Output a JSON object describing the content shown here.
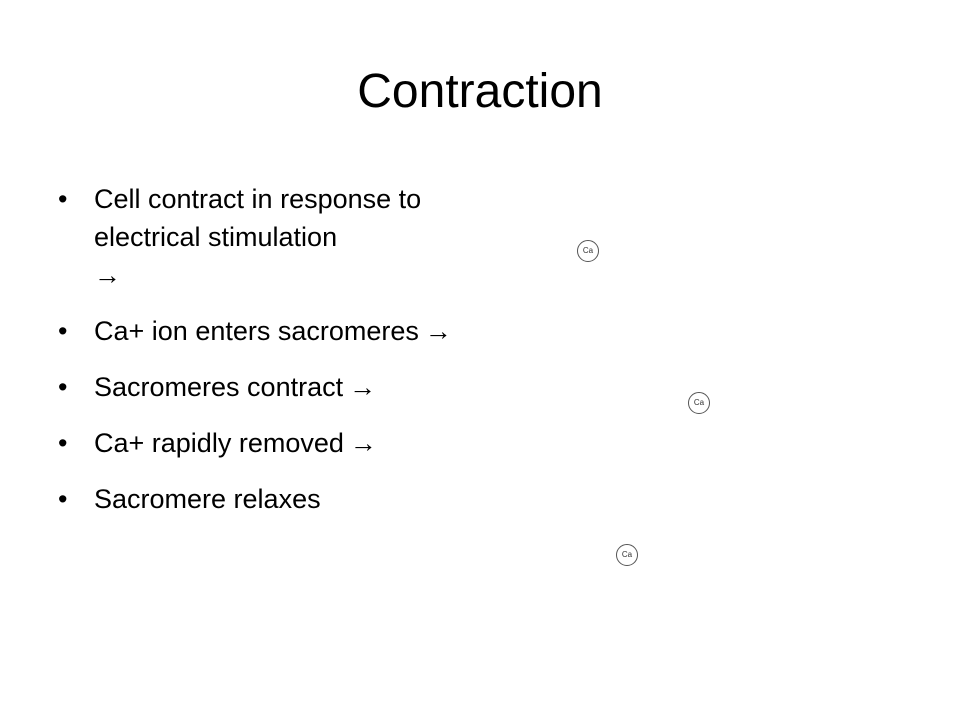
{
  "slide": {
    "title": "Contraction",
    "bullets": [
      {
        "text": "Cell contract in response to electrical stimulation",
        "arrow": "→"
      },
      {
        "text": "Ca+ ion enters sacromeres",
        "arrow": "→"
      },
      {
        "text": "Sacromeres contract",
        "arrow": "→"
      },
      {
        "text": "Ca+ rapidly removed",
        "arrow": "→"
      },
      {
        "text": "Sacromere relaxes",
        "arrow": ""
      }
    ],
    "ions": [
      {
        "label": "Ca"
      },
      {
        "label": "Ca"
      },
      {
        "label": "Ca"
      }
    ]
  }
}
